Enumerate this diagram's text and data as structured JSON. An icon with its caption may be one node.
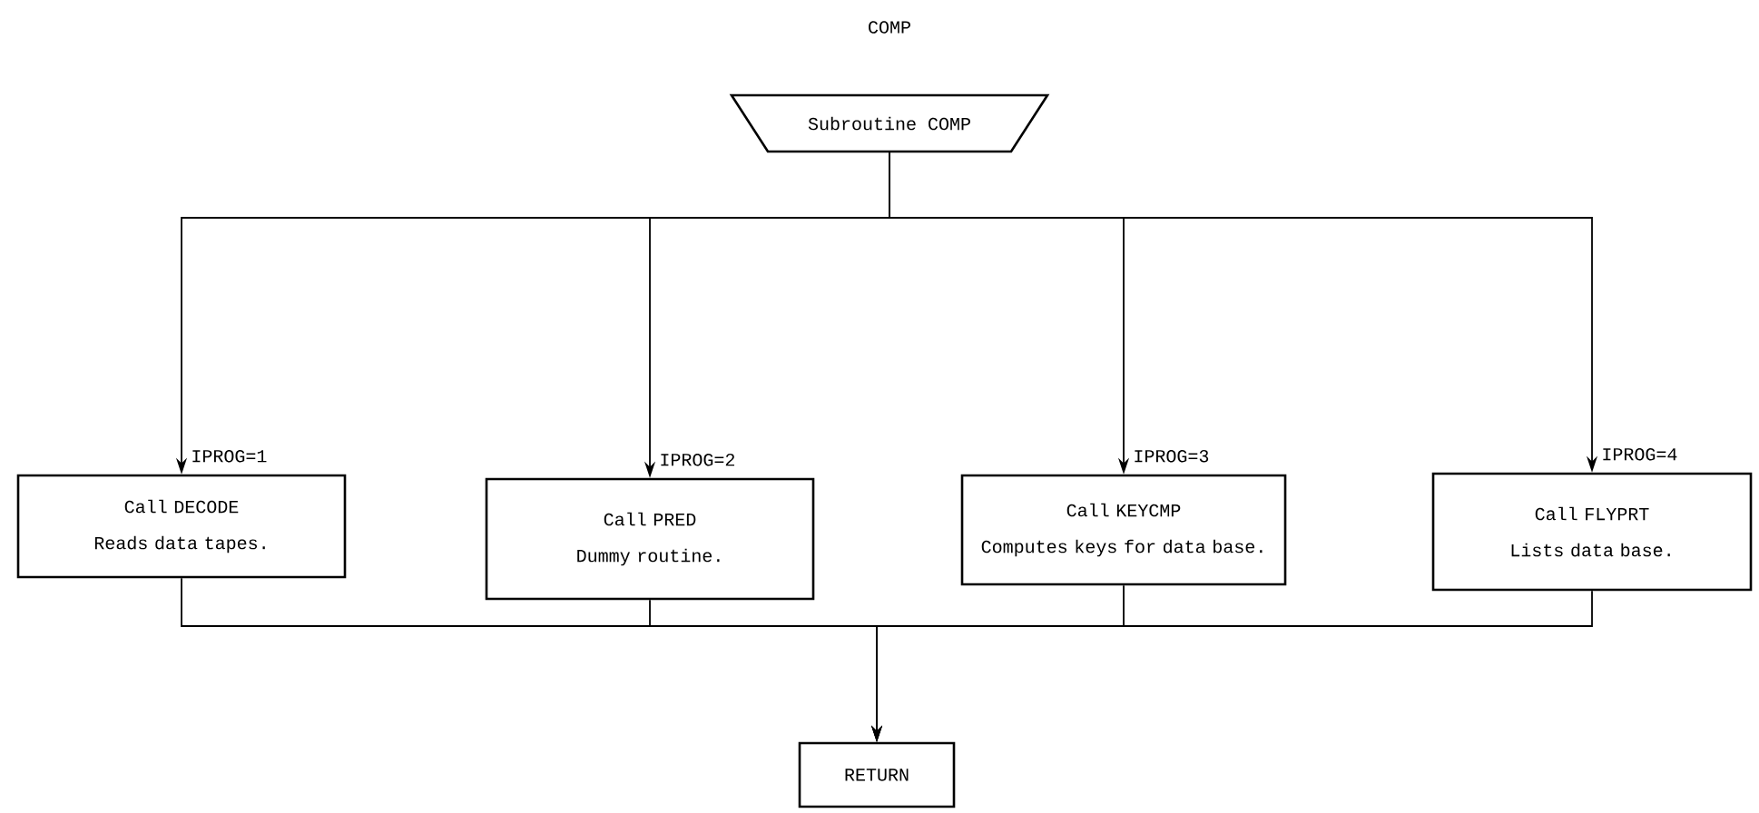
{
  "diagram": {
    "title": "COMP",
    "nodes": [
      {
        "text": [
          "Subroutine COMP"
        ]
      },
      {
        "text": [
          "Call DECODE",
          "Reads data tapes."
        ]
      },
      {
        "text": [
          "Call PRED",
          "Dummy routine."
        ]
      },
      {
        "text": [
          "Call KEYCMP",
          "Computes keys for data base."
        ]
      },
      {
        "text": [
          "Call FLYPRT",
          "Lists data base."
        ]
      },
      {
        "text": [
          "RETURN"
        ]
      }
    ],
    "edges": [
      {
        "from": 0,
        "to": 1,
        "arrow": "to",
        "label": "IPROG=1"
      },
      {
        "from": 0,
        "to": 2,
        "arrow": "to",
        "label": "IPROG=2"
      },
      {
        "from": 0,
        "to": 3,
        "arrow": "to",
        "label": "IPROG=3"
      },
      {
        "from": 0,
        "to": 4,
        "arrow": "to",
        "label": "IPROG=4"
      },
      {
        "from": 1,
        "to": 5,
        "arrow": "to"
      },
      {
        "from": 2,
        "to": 5,
        "arrow": "to"
      },
      {
        "from": 3,
        "to": 5,
        "arrow": "to"
      },
      {
        "from": 4,
        "to": 5,
        "arrow": "to"
      }
    ]
  }
}
